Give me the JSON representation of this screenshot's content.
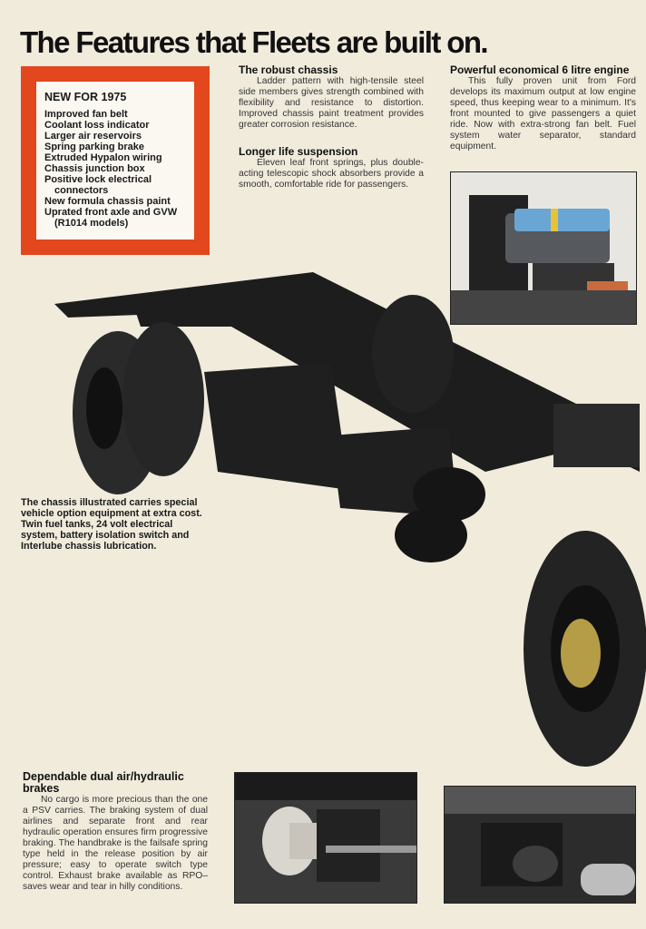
{
  "page_title": "The Features that Fleets are built on.",
  "new_for": {
    "heading": "NEW FOR 1975",
    "items": [
      "Improved fan belt",
      "Coolant loss indicator",
      "Larger air reservoirs",
      "Spring parking brake",
      "Extruded Hypalon wiring",
      "Chassis junction box",
      "Positive lock electrical",
      "connectors",
      "New formula chassis paint",
      "Uprated front axle and GVW",
      "(R1014 models)"
    ]
  },
  "chassis": {
    "heading": "The robust chassis",
    "body": "Ladder pattern with high-tensile steel side members gives strength combined with flexibility and resistance to distortion. Improved chassis paint treatment provides greater corrosion resistance."
  },
  "suspension": {
    "heading": "Longer life suspension",
    "body": "Eleven leaf front springs, plus double-acting telescopic shock absorbers provide a smooth, comfortable ride for passengers."
  },
  "engine": {
    "heading": "Powerful economical 6 litre engine",
    "body": "This fully proven unit from Ford develops its maximum output at low engine speed, thus keeping wear to a minimum. It's front mounted to give passengers a quiet ride. Now with extra-strong fan belt. Fuel system water separator, standard equipment."
  },
  "caption": "The chassis illustrated carries special vehicle option equipment at extra cost. Twin fuel tanks, 24 volt electrical system, battery isolation switch and Interlube chassis lubrication.",
  "brakes": {
    "heading": "Dependable dual air/hydraulic brakes",
    "body": "No cargo is more precious than the one a PSV carries. The braking system of dual airlines and separate front and rear hydraulic operation ensures firm progressive braking. The handbrake is the failsafe spring type held in the release position by air pressure; easy to operate switch type control. Exhaust brake available as RPO–saves wear and tear in hilly conditions."
  },
  "colors": {
    "accent": "#e2471e",
    "paper": "#f1ebdc"
  }
}
